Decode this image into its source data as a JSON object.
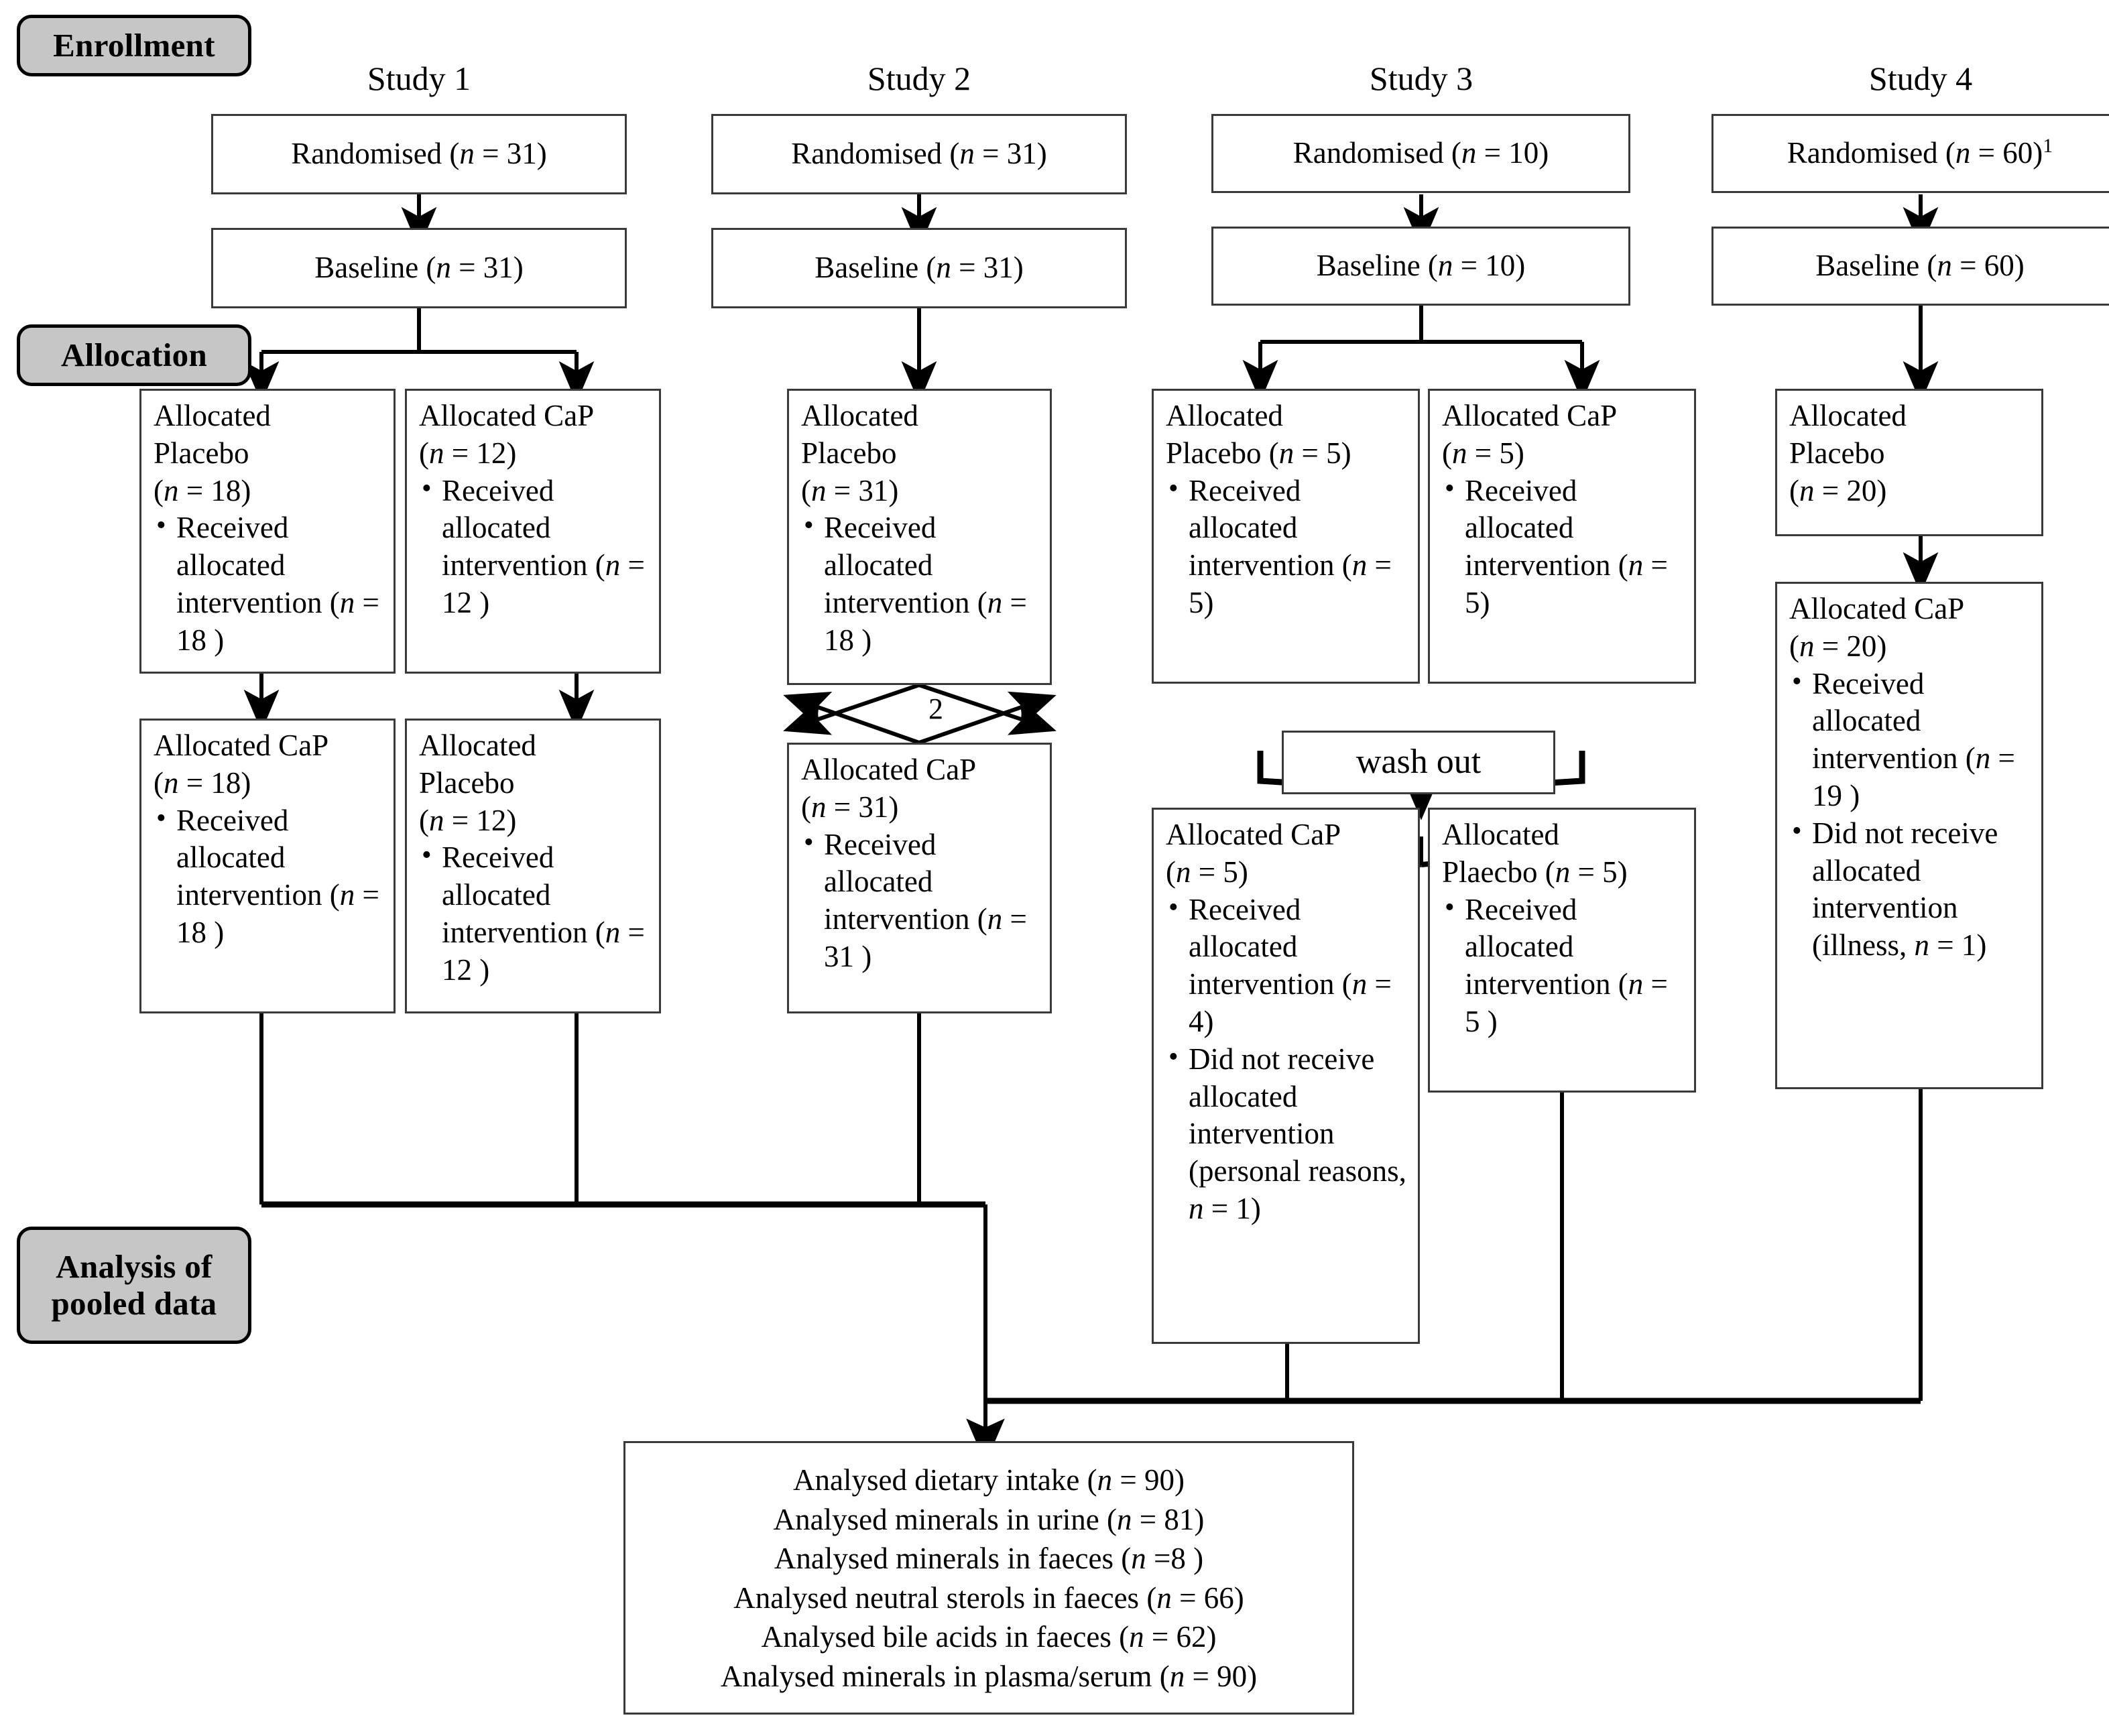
{
  "figure": {
    "type": "consort-flow-diagram",
    "phases": [
      {
        "id": "enrollment",
        "label": "Enrollment"
      },
      {
        "id": "allocation",
        "label": "Allocation"
      },
      {
        "id": "analysis",
        "label": "Analysis of\npooled data"
      }
    ],
    "column_headers": [
      "Study 1",
      "Study 2",
      "Study 3",
      "Study 4"
    ]
  },
  "study1": {
    "header": "Study 1",
    "randomised": "Randomised (n = 31)",
    "baseline": "Baseline (n = 31)",
    "period1_left": {
      "title": "Allocated",
      "title2": "Placebo",
      "n": "(n = 18)",
      "bullets": [
        "Received allocated intervention (n = 18 )"
      ]
    },
    "period1_right": {
      "title": "Allocated CaP",
      "n": "(n = 12)",
      "bullets": [
        "Received allocated intervention (n = 12 )"
      ]
    },
    "period2_left": {
      "title": "Allocated CaP",
      "n": "(n = 18)",
      "bullets": [
        "Received allocated intervention (n = 18 )"
      ]
    },
    "period2_right": {
      "title": "Allocated",
      "title2": "Placebo",
      "n": "(n = 12)",
      "bullets": [
        "Received allocated intervention (n = 12 )"
      ]
    }
  },
  "study2": {
    "header": "Study 2",
    "randomised": "Randomised (n = 31)",
    "baseline": "Baseline (n = 31)",
    "period1": {
      "title": "Allocated",
      "title2": "Placebo",
      "n": "(n = 31)",
      "bullets": [
        "Received allocated intervention (n = 18 )"
      ]
    },
    "crossover_label": "2",
    "period2": {
      "title": "Allocated CaP",
      "n": "(n = 31)",
      "bullets": [
        "Received allocated intervention (n = 31 )"
      ]
    }
  },
  "study3": {
    "header": "Study 3",
    "randomised": "Randomised (n = 10)",
    "baseline": "Baseline (n = 10)",
    "period1_left": {
      "title": "Allocated",
      "title2": "Placebo (n = 5)",
      "bullets": [
        "Received allocated intervention (n = 5)"
      ]
    },
    "period1_right": {
      "title": "Allocated CaP",
      "n": "(n = 5)",
      "bullets": [
        "Received allocated intervention (n = 5)"
      ]
    },
    "washout": "wash out",
    "period2_left": {
      "title": "Allocated CaP",
      "n": "(n = 5)",
      "bullets": [
        "Received allocated intervention (n = 4)",
        "Did not receive allocated intervention (personal reasons, n = 1)"
      ]
    },
    "period2_right": {
      "title": "Allocated",
      "title2": "Plaecbo (n = 5)",
      "bullets": [
        "Received allocated intervention (n = 5 )"
      ]
    }
  },
  "study4": {
    "header": "Study 4",
    "randomised": "Randomised (n = 60)",
    "randomised_footnote": "1",
    "baseline": "Baseline (n = 60)",
    "period1": {
      "title": "Allocated",
      "title2": "Placebo",
      "n": "(n = 20)"
    },
    "period2": {
      "title": "Allocated CaP",
      "n": "(n = 20)",
      "bullets": [
        "Received allocated intervention (n = 19 )",
        "Did not receive allocated intervention (illness, n = 1)"
      ]
    }
  },
  "analysis_box": {
    "lines": [
      "Analysed dietary intake (n = 90)",
      "Analysed minerals in urine (n = 81)",
      "Analysed minerals in faeces (n =8  )",
      "Analysed neutral sterols in faeces (n = 66)",
      "Analysed bile acids in faeces (n = 62)",
      "Analysed minerals in plasma/serum (n = 90)"
    ]
  },
  "colors": {
    "phase_badge_fill": "#c6c6c6",
    "phase_badge_border": "#000000",
    "box_border": "#3a3a3a",
    "connector": "#000000",
    "background": "#ffffff",
    "text": "#000000"
  }
}
